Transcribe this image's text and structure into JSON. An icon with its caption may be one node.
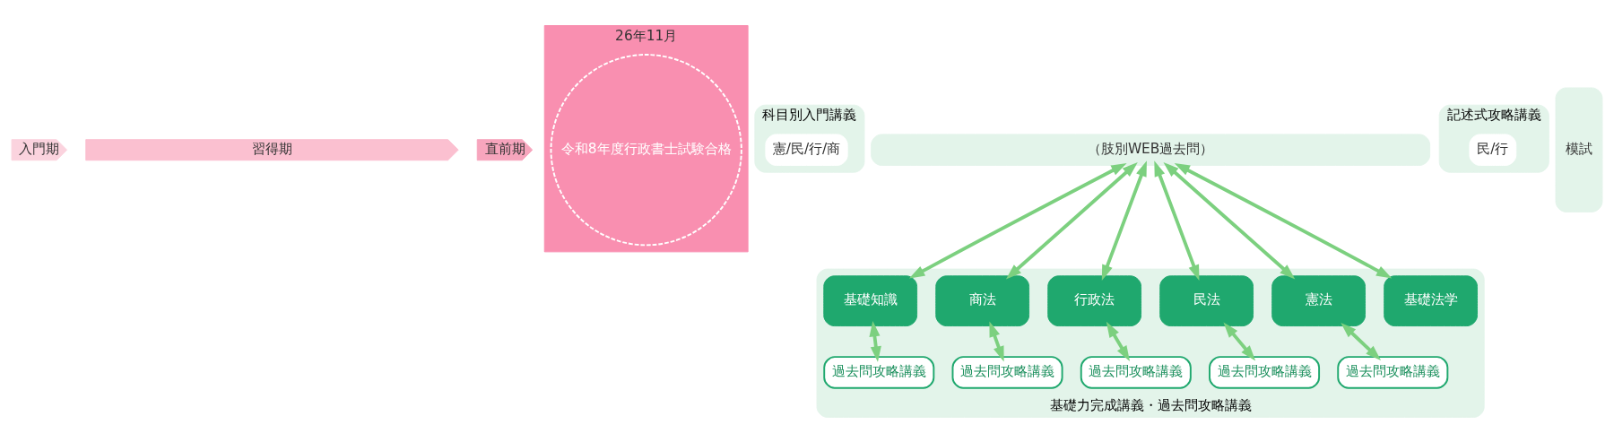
{
  "diagram": {
    "nodes": [
      {
        "text": [
          "入門期"
        ]
      },
      {
        "text": [
          "習得期"
        ]
      },
      {
        "text": [
          "直前期"
        ]
      },
      {
        "text": [
          "26年11月"
        ]
      },
      {
        "text": [
          "令和8年度行政書士試験合格"
        ],
        "in": 3
      },
      {
        "text": [
          "科目別入門講義"
        ]
      },
      {
        "text": [
          "憲/民/行/商"
        ],
        "in": 5
      },
      {
        "text": [
          "（肢別WEB過去問）"
        ]
      },
      {
        "text": [
          "基礎力完成講義・過去問攻略講義"
        ]
      },
      {
        "text": [
          "基礎法学"
        ],
        "in": 8
      },
      {
        "text": [
          "憲法"
        ],
        "in": 8
      },
      {
        "text": [
          "民法"
        ],
        "in": 8
      },
      {
        "text": [
          "行政法"
        ],
        "in": 8
      },
      {
        "text": [
          "商法"
        ],
        "in": 8
      },
      {
        "text": [
          "基礎知識"
        ],
        "in": 8
      },
      {
        "text": [
          "過去問攻略講義"
        ],
        "in": 8
      },
      {
        "text": [
          "過去問攻略講義"
        ],
        "in": 8
      },
      {
        "text": [
          "過去問攻略講義"
        ],
        "in": 8
      },
      {
        "text": [
          "過去問攻略講義"
        ],
        "in": 8
      },
      {
        "text": [
          "過去問攻略講義"
        ],
        "in": 8
      },
      {
        "text": [
          "記述式攻略講義"
        ]
      },
      {
        "text": [
          "民/行"
        ],
        "in": 20
      },
      {
        "text": [
          "模試"
        ]
      }
    ],
    "edges": [
      {
        "from": 7,
        "to": 9,
        "arrow": "both"
      },
      {
        "from": 7,
        "to": 10,
        "arrow": "both"
      },
      {
        "from": 7,
        "to": 11,
        "arrow": "both"
      },
      {
        "from": 7,
        "to": 12,
        "arrow": "both"
      },
      {
        "from": 7,
        "to": 13,
        "arrow": "both"
      },
      {
        "from": 7,
        "to": 14,
        "arrow": "both"
      },
      {
        "from": 10,
        "to": 15,
        "arrow": "both"
      },
      {
        "from": 11,
        "to": 16,
        "arrow": "both"
      },
      {
        "from": 12,
        "to": 17,
        "arrow": "both"
      },
      {
        "from": 13,
        "to": 18,
        "arrow": "both"
      },
      {
        "from": 14,
        "to": 19,
        "arrow": "both"
      }
    ]
  }
}
